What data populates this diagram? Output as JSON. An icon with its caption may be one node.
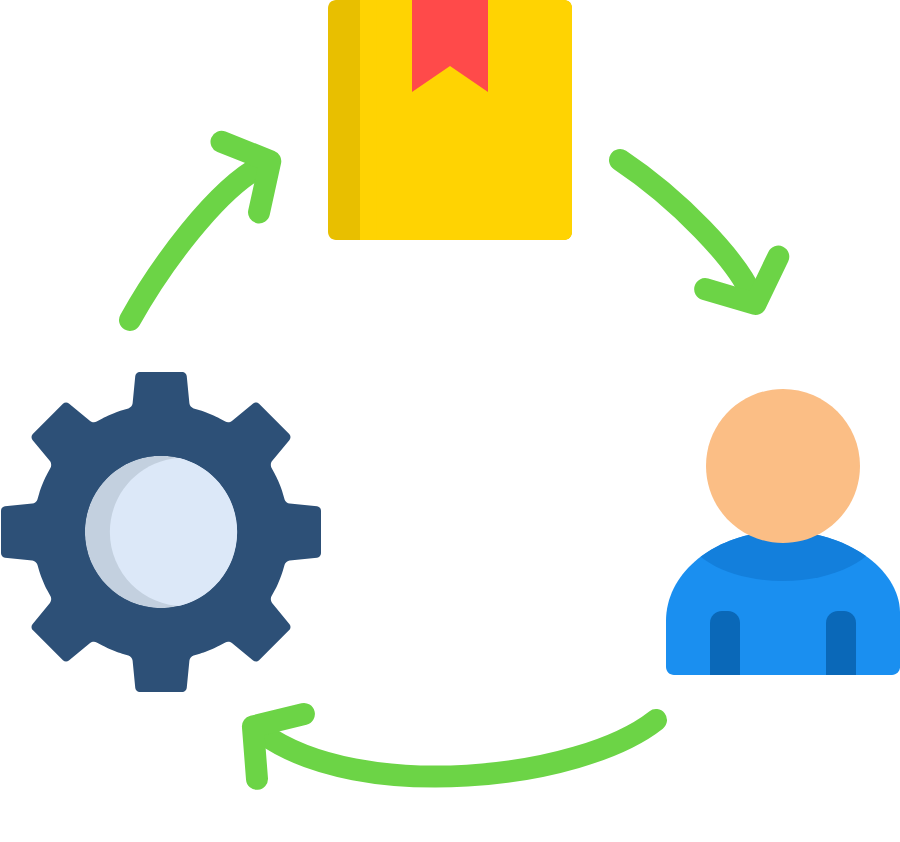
{
  "diagram": {
    "nodes": [
      {
        "text": [],
        "shape": "box"
      },
      {
        "text": [],
        "shape": "gear"
      },
      {
        "text": [],
        "shape": "person"
      }
    ],
    "edges": [
      {
        "from": 1,
        "to": 0,
        "arrow": "to"
      },
      {
        "from": 0,
        "to": 2,
        "arrow": "to"
      },
      {
        "from": 2,
        "to": 1,
        "arrow": "to"
      }
    ]
  }
}
